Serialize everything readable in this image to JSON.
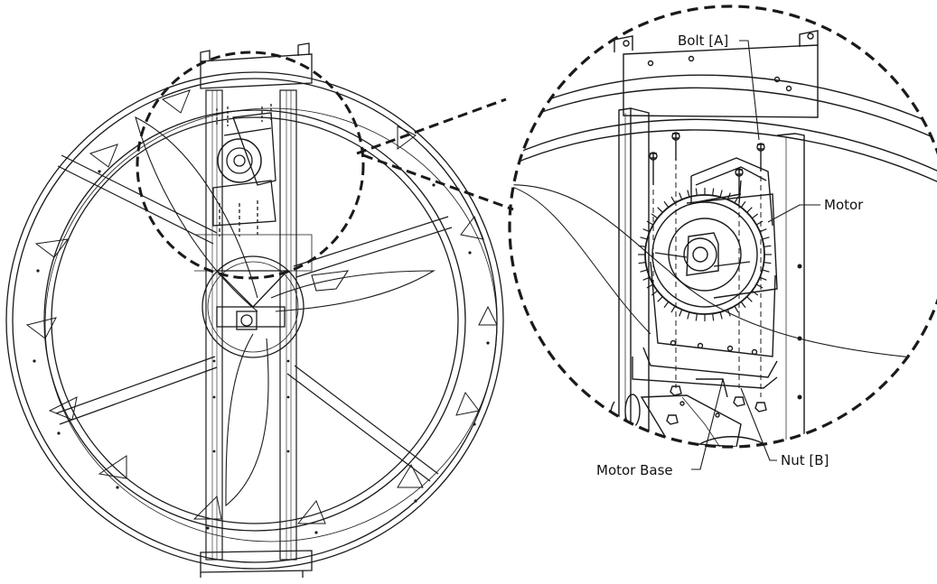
{
  "callouts": {
    "bolt": "Bolt [A]",
    "motor": "Motor",
    "nut": "Nut [B]",
    "motor_base": "Motor Base"
  },
  "colors": {
    "line": "#1a1a1a",
    "fill": "#ffffff",
    "shade": "#eeeeee"
  }
}
